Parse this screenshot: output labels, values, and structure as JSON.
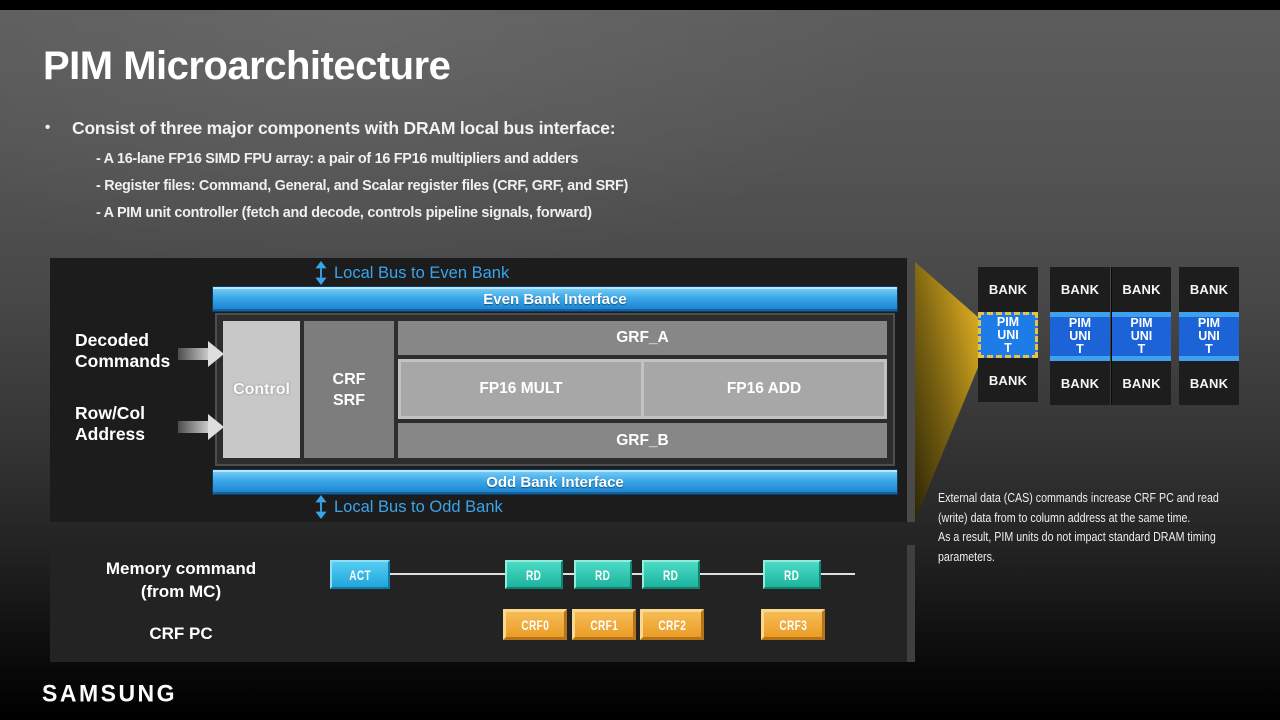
{
  "slide": {
    "title": "PIM Microarchitecture",
    "bullet_marker": "•",
    "bullet": "Consist of three major components with DRAM local bus interface:",
    "sub_bullets": [
      "- A 16-lane FP16 SIMD FPU array: a pair of 16 FP16 multipliers and adders",
      "- Register files: Command, General, and Scalar register files (CRF, GRF, and SRF)",
      "- A PIM unit controller (fetch and decode, controls pipeline signals, forward)"
    ],
    "logo": "SAMSUNG"
  },
  "diagram": {
    "local_bus_top": "Local Bus to Even Bank",
    "local_bus_bottom": "Local Bus to Odd Bank",
    "even_bank_interface": "Even Bank Interface",
    "odd_bank_interface": "Odd Bank Interface",
    "control": "Control",
    "crf_srf_lines": [
      "CRF",
      "SRF"
    ],
    "grf_a": "GRF_A",
    "grf_b": "GRF_B",
    "fp16_mult": "FP16 MULT",
    "fp16_add": "FP16 ADD",
    "left_labels": [
      {
        "lines": [
          "Decoded",
          "Commands"
        ]
      },
      {
        "lines": [
          "Row/Col",
          "Address"
        ]
      }
    ]
  },
  "bank_grid": {
    "bank_label": "BANK",
    "pim_unit_lines": [
      "PIM",
      "UNI",
      "T"
    ]
  },
  "note_lines": [
    "External data (CAS) commands increase CRF PC and read",
    "(write) data from to column address at the same time.",
    "As a result, PIM units do not impact standard DRAM timing",
    "parameters."
  ],
  "timing": {
    "row1_label_lines": [
      "Memory command",
      "(from MC)"
    ],
    "row2_label": "CRF PC",
    "act": "ACT",
    "rd": "RD",
    "crf_labels": [
      "CRF0",
      "CRF1",
      "CRF2",
      "CRF3"
    ]
  },
  "colors": {
    "interface_bar_blue": "#2a93dd",
    "pim_unit_blue": "#1b63d6",
    "highlight_dashed_yellow": "#e8c247",
    "wedge_gold": "#c79c1e",
    "local_bus_text_blue": "#3aa4ea",
    "act_blue": "#29b9e8",
    "rd_teal": "#26c7b2",
    "crf_orange": "#f3a73c"
  }
}
